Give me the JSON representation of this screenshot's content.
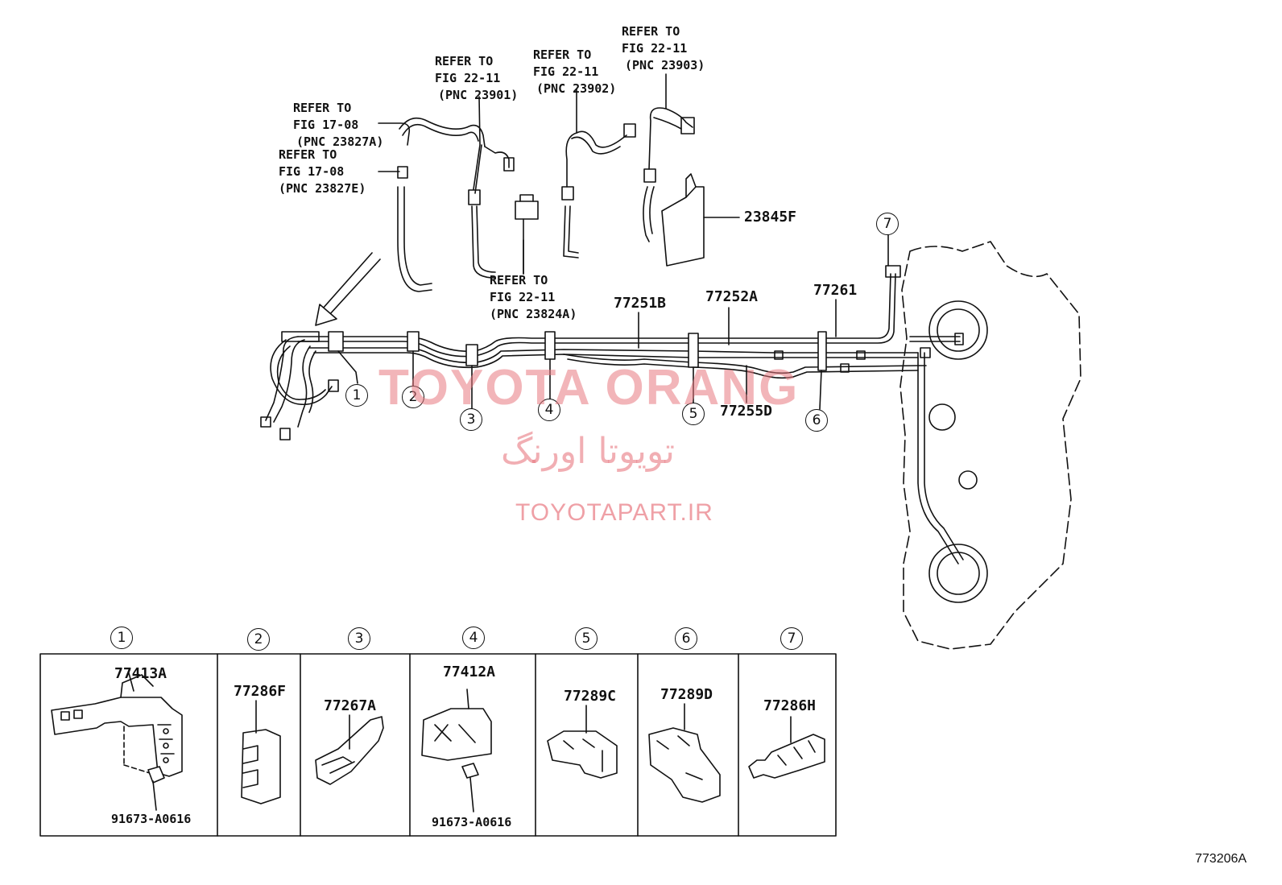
{
  "diagram": {
    "refs": [
      {
        "id": "ref-23827a",
        "lines": [
          "REFER TO",
          "FIG 17-08",
          "(PNC 23827A)"
        ]
      },
      {
        "id": "ref-23827e",
        "lines": [
          "REFER TO",
          "FIG 17-08",
          "(PNC 23827E)"
        ]
      },
      {
        "id": "ref-23901",
        "lines": [
          "REFER TO",
          "FIG 22-11",
          "(PNC 23901)"
        ]
      },
      {
        "id": "ref-23902",
        "lines": [
          "REFER TO",
          "FIG 22-11",
          "(PNC 23902)"
        ]
      },
      {
        "id": "ref-23903",
        "lines": [
          "REFER TO",
          "FIG 22-11",
          "(PNC 23903)"
        ]
      },
      {
        "id": "ref-23824a",
        "lines": [
          "REFER TO",
          "FIG 22-11",
          "(PNC 23824A)"
        ]
      }
    ],
    "parts": {
      "p23845f": "23845F",
      "p77251b": "77251B",
      "p77252a": "77252A",
      "p77261": "77261",
      "p77255d": "77255D"
    },
    "callouts": [
      "1",
      "2",
      "3",
      "4",
      "5",
      "6",
      "7"
    ],
    "detail_panels": [
      {
        "num": "1",
        "parts": [
          "77413A",
          "91673-A0616"
        ]
      },
      {
        "num": "2",
        "parts": [
          "77286F"
        ]
      },
      {
        "num": "3",
        "parts": [
          "77267A"
        ]
      },
      {
        "num": "4",
        "parts": [
          "77412A",
          "91673-A0616"
        ]
      },
      {
        "num": "5",
        "parts": [
          "77289C"
        ]
      },
      {
        "num": "6",
        "parts": [
          "77289D"
        ]
      },
      {
        "num": "7",
        "parts": [
          "77286H"
        ]
      }
    ],
    "illustration_code": "773206A"
  },
  "watermark": {
    "line1": "TOYOTA ORANG",
    "line2": "تویوتا اورنگ",
    "line3": "TOYOTAPART.IR"
  }
}
